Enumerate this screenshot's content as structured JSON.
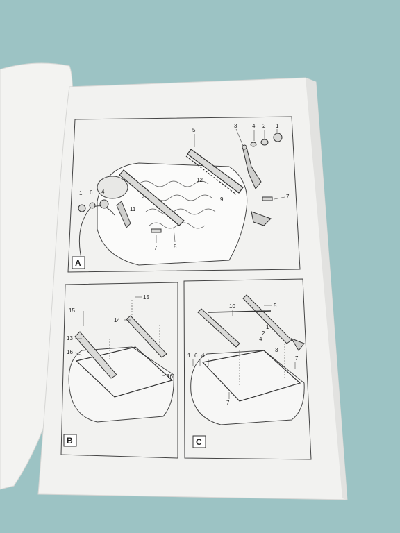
{
  "panels": [
    {
      "id": "A",
      "letter": "A",
      "callouts": [
        "5",
        "3",
        "4",
        "2",
        "1",
        "12",
        "1",
        "6",
        "4",
        "11",
        "9",
        "7",
        "7",
        "8"
      ]
    },
    {
      "id": "B",
      "letter": "B",
      "callouts": [
        "15",
        "15",
        "14",
        "13",
        "16",
        "16"
      ]
    },
    {
      "id": "C",
      "letter": "C",
      "callouts": [
        "10",
        "5",
        "1",
        "2",
        "4",
        "3",
        "1",
        "6",
        "4",
        "7",
        "7"
      ]
    }
  ],
  "colors": {
    "background": "#9cc3c4",
    "paper": "#f2f2f0",
    "ink": "#333333"
  }
}
